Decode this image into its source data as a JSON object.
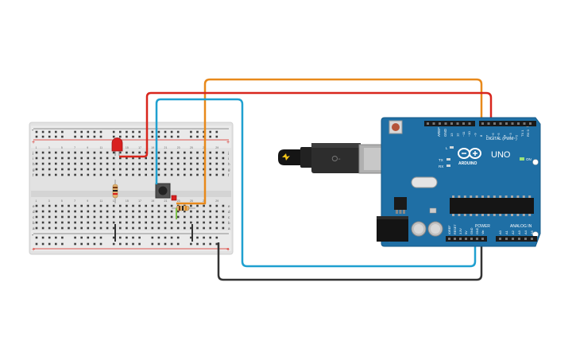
{
  "arduino": {
    "board_name": "UNO",
    "brand": "ARDUINO",
    "digital_header": "DIGITAL (PWM~)",
    "power_label": "POWER",
    "analog_label": "ANALOG IN",
    "on_label": "ON",
    "l_label": "L",
    "tx_label": "TX",
    "rx_label": "RX",
    "aref": "AREF",
    "gnd": "GND",
    "digital_pins": [
      "13",
      "12",
      "~11",
      "~10",
      "~9",
      "8",
      "7",
      "~6",
      "~5",
      "4",
      "~3",
      "2",
      "TX 1",
      "RX 0"
    ],
    "power_pins": [
      "IOREF",
      "RESET",
      "3.3V",
      "5V",
      "GND",
      "GND",
      "Vin"
    ],
    "analog_pins": [
      "A0",
      "A1",
      "A2",
      "A3",
      "A4",
      "A5"
    ]
  },
  "breadboard": {
    "row_letters_top": [
      "j",
      "i",
      "h",
      "g",
      "f"
    ],
    "row_letters_bottom": [
      "e",
      "d",
      "c",
      "b",
      "a"
    ],
    "col_numbers": [
      "1",
      "3",
      "5",
      "7",
      "9",
      "11",
      "13",
      "15",
      "17",
      "19",
      "21",
      "23",
      "25",
      "27",
      "29"
    ],
    "plus": "+",
    "minus": "-"
  },
  "colors": {
    "wire_orange": "#e8891b",
    "wire_red": "#d8261d",
    "wire_blue": "#1fa0d0",
    "wire_black": "#333333",
    "board_blue": "#1f6fa5",
    "led_red": "#d92020"
  }
}
